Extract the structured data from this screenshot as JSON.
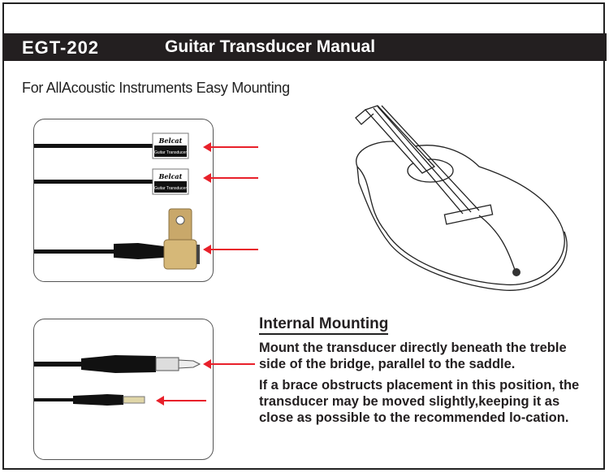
{
  "header": {
    "model": "EGT-202",
    "title": "Guitar Transducer Manual"
  },
  "subtitle": "For AllAcoustic Instruments Easy Mounting",
  "pickup_label": {
    "brand": "Belcat",
    "name": "Guitar Transducer"
  },
  "section": {
    "heading": "Internal Mounting",
    "paragraphs": [
      "Mount the transducer directly beneath the treble side of the bridge, parallel to the saddle.",
      "If a brace obstructs placement in this position, the transducer may be moved slightly,keeping it as close as possible to the recommended lo-cation."
    ]
  },
  "colors": {
    "header_bg": "#231f20",
    "arrow": "#e8202a",
    "gold": "#c9a86a"
  }
}
